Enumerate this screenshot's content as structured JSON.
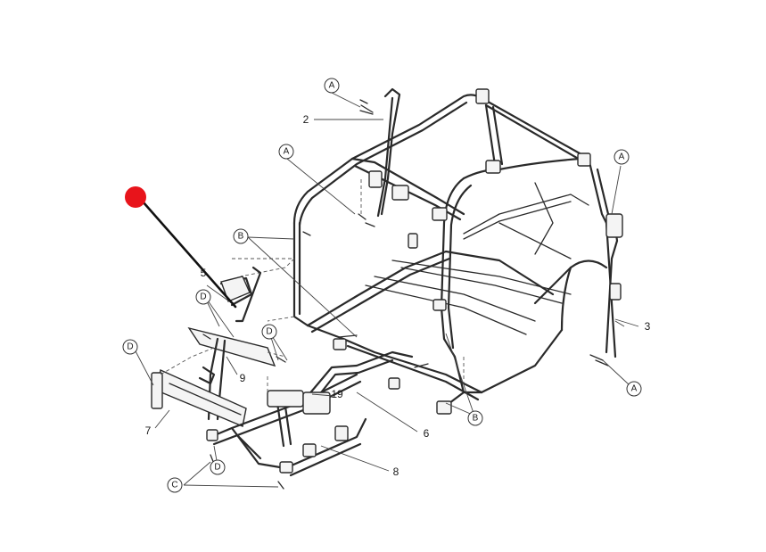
{
  "diagram": {
    "callouts": {
      "a_top": "A",
      "a_left": "A",
      "a_right_top": "A",
      "a_right_bottom": "A",
      "b_left": "B",
      "b_bottom": "B",
      "c_bottom": "C",
      "d_left": "D",
      "d_mid": "D",
      "d_right": "D",
      "d_bottom": "D"
    },
    "part_numbers": {
      "p2": "2",
      "p3": "3",
      "p5": "5",
      "p6": "6",
      "p7": "7",
      "p8": "8",
      "p9": "9",
      "p19": "19"
    },
    "colors": {
      "marker": "#e8141b",
      "pointer": "#111111",
      "line": "#2a2a2a"
    }
  }
}
